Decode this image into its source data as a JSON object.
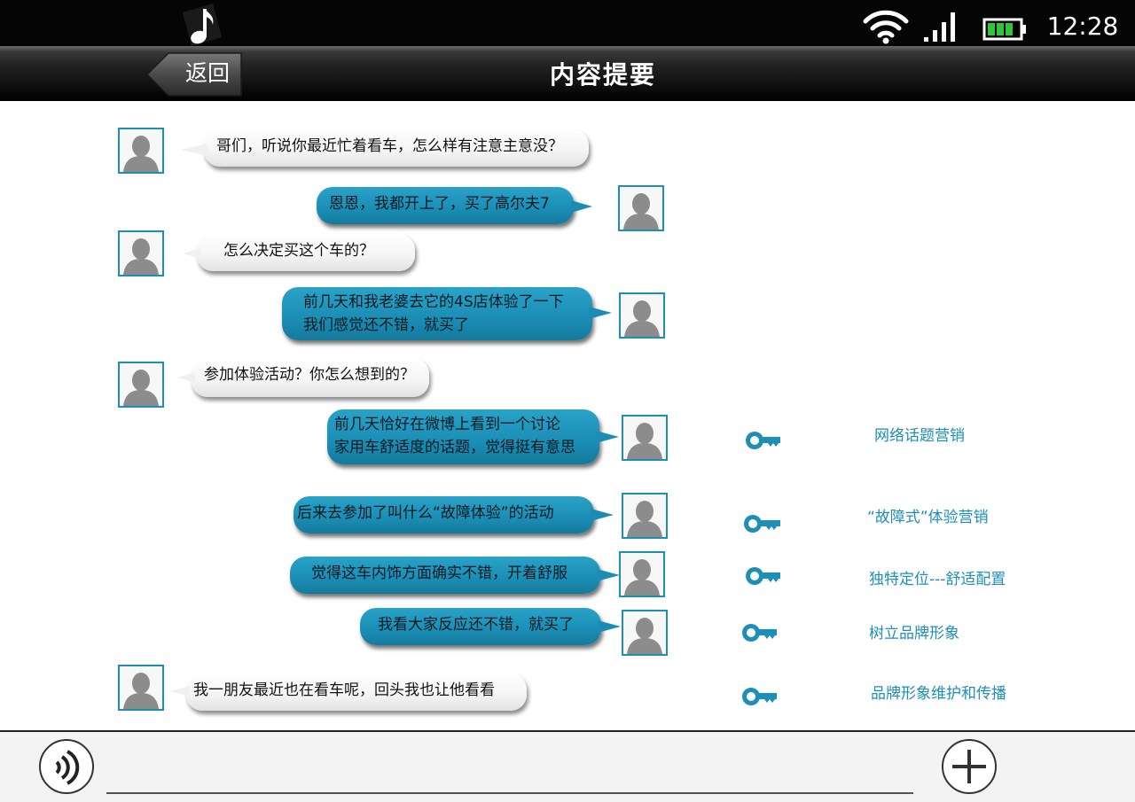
{
  "status_bar": {
    "time": "12:28",
    "icons": [
      "music-note-icon",
      "wifi-icon",
      "signal-icon",
      "battery-icon"
    ],
    "battery_color": "#37c23b"
  },
  "nav": {
    "back_label": "返回",
    "title": "内容提要"
  },
  "colors": {
    "accent": "#1d8fb6",
    "right_bubble": "#1b8db4",
    "left_bubble": "#f4f4f4"
  },
  "messages": [
    {
      "side": "left",
      "lines": [
        "哥们，听说你最近忙着看车，怎么样有注意主意没？"
      ]
    },
    {
      "side": "right",
      "lines": [
        "恩恩，我都开上了，买了高尔夫7"
      ]
    },
    {
      "side": "left",
      "lines": [
        "怎么决定买这个车的？"
      ]
    },
    {
      "side": "right",
      "lines": [
        "前几天和我老婆去它的4S店体验了一下",
        "我们感觉还不错，就买了"
      ]
    },
    {
      "side": "left",
      "lines": [
        "参加体验活动？你怎么想到的？"
      ]
    },
    {
      "side": "right",
      "lines": [
        "前几天恰好在微博上看到一个讨论",
        "家用车舒适度的话题，觉得挺有意思"
      ]
    },
    {
      "side": "right",
      "lines": [
        "后来去参加了叫什么“故障体验”的活动"
      ]
    },
    {
      "side": "right",
      "lines": [
        "觉得这车内饰方面确实不错，开着舒服"
      ]
    },
    {
      "side": "right",
      "lines": [
        "我看大家反应还不错，就买了"
      ]
    },
    {
      "side": "left",
      "lines": [
        "我一朋友最近也在看车呢，回头我也让他看看"
      ]
    }
  ],
  "annotations": [
    {
      "icon": "key-icon",
      "label": "网络话题营销"
    },
    {
      "icon": "key-icon",
      "label": "“故障式”体验营销"
    },
    {
      "icon": "key-icon",
      "label": "独特定位---舒适配置"
    },
    {
      "icon": "key-icon",
      "label": "树立品牌形象"
    },
    {
      "icon": "key-icon",
      "label": "品牌形象维护和传播"
    }
  ],
  "input_bar": {
    "voice_icon": "voice-icon",
    "plus_icon": "plus-icon",
    "input_value": "",
    "input_placeholder": ""
  }
}
